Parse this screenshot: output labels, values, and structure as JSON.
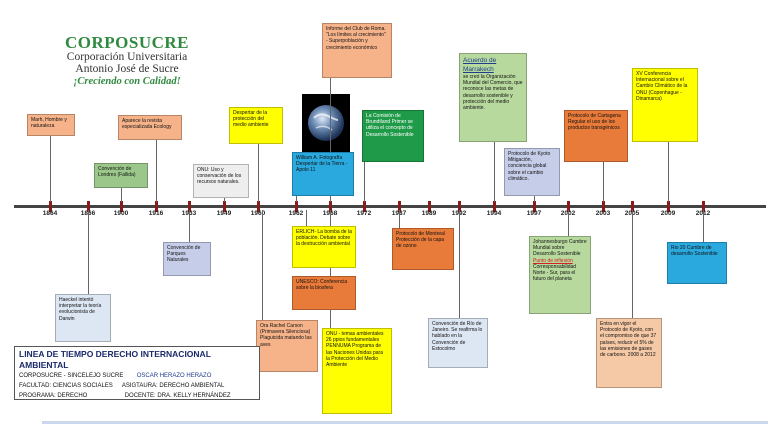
{
  "logo": {
    "line1": "CORPOSUCRE",
    "line2": "Corporación Universitaria",
    "line3": "Antonio José de Sucre",
    "line4": "¡Creciendo con Calidad!"
  },
  "years": [
    "1864",
    "1866",
    "1900",
    "1916",
    "1933",
    "1949",
    "1960",
    "1962",
    "1968",
    "1972",
    "1987",
    "1989",
    "1992",
    "1994",
    "1997",
    "2002",
    "2003",
    "2005",
    "2009",
    "2012"
  ],
  "events": {
    "e1864": "Marh, Hombre y naturaleza",
    "e1866": "Haeckel intentó interpretar la teoría evolucionista de Darwin",
    "e1900": "Convención de Londres (Fallida)",
    "e1916": "Aparece la revista especializada Ecology",
    "e1933": "Convención de Parques Naturales",
    "e1949": "ONU: Uso y conservación de los recursos naturales.",
    "e1960a": "Despertar de la protección del medio ambiente",
    "e1960b": "Ora Rachel Carson (Primavera Silenciosa) Plaguicida matando las aves",
    "e1962a": "William A. Fotografía Despertar de la Tierra - Apolo 11",
    "e1962b": "ERLICH- La bomba de la población. Debate sobre la destrucción ambiental",
    "e1962c": "UNESCO: Conferencia sobre la biosfera",
    "e1968a": "Informe del Club de Roma. \"Los límites al crecimiento\" - Superpoblación y crecimiento económico",
    "e1968b": "ONU - temas ambientales 26 ppios fundamentales PENNUMA Programa de las Naciones Unidas para la Protección del Medio Ambiente",
    "e1972": "La Comisión de Brundtland Primer se utiliza el concepto de Desarrollo Sostenible",
    "e1987": "Protocolo de Montreal Protección de la capa de ozono",
    "e1989": "Convención de Río de Janeiro. Se reafirma lo hablado en la Convención de Estocolmo",
    "e1992_title": "Acuerdo de Marrakech",
    "e1992_body": "se creó la Organización Mundial del Comercio, que reconoce las metas de desarrollo sostenible y protección del medio ambiente.",
    "e1994": "Protocolo de Kyoto Mitigación, conciencia global sobre el cambio climático.",
    "e1997": "Protocolo de Cartagena Regular el uso de los productos transgénicos",
    "e2002_a": "Johannesburgo Cumbre Mundial sobre Desarrollo Sostenible",
    "e2002_hl": "Punto de inflexión",
    "e2002_b": "Corresponsabilidad Norte - Sur, para el futuro del planeta",
    "e2003": "XV Conferencia Internacional sobre el Cambio Climático de la ONU (Copenhague - Dinamarca)",
    "e2005": "Entra en vigor el Protocolo de Kyoto, con el compromiso de que 37 países, reducir el 5% de las emisiones de gases de carbono. 2008 a 2012",
    "e2012": "Rio 20 Cumbre de desarrollo Sostenible"
  },
  "info": {
    "title": "LINEA DE TIEMPO DERECHO INTERNACIONAL AMBIENTAL",
    "r1_left": "CORPOSUCRE - SINCELEJO SUCRE",
    "r1_right": "OSCAR HERAZO HERAZO",
    "r2_left": "FACULTAD: CIENCIAS SOCIALES",
    "r2_right": "ASIGTAURA: DERECHO AMBIENTAL",
    "r3_left": "PROGRAMA: DERECHO",
    "r3_right": "DOCENTE: DRA. KELLY HERNÁNDEZ"
  },
  "colors": {
    "axis": "#444444",
    "tick": "#8b1a1a",
    "logo_green": "#2f8a3f"
  }
}
